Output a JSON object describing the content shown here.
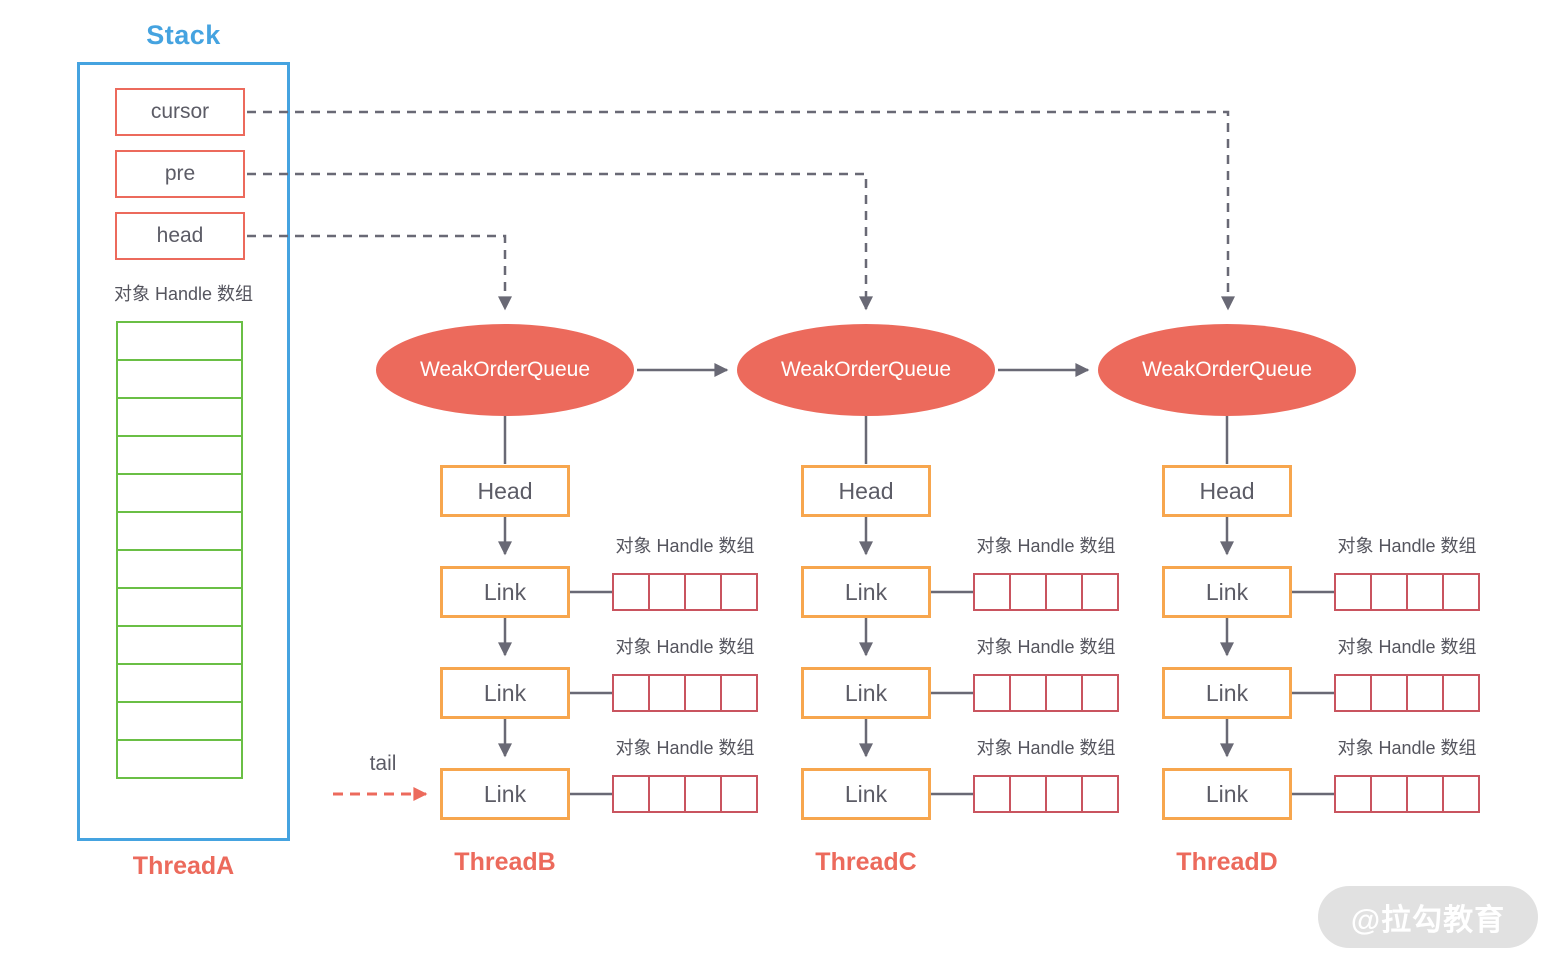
{
  "colors": {
    "blue": "#45a3e0",
    "red": "#ec6a5c",
    "orange": "#f7a64e",
    "green": "#6abf45",
    "crimson": "#c9545f",
    "line": "#696975",
    "text": "#5c5c66",
    "label": "#55555e",
    "wm-bg": "#dcdcdc",
    "wm-text": "#ffffff"
  },
  "stack": {
    "title": "Stack",
    "pointers": [
      "cursor",
      "pre",
      "head"
    ],
    "array_label": "对象 Handle 数组",
    "array_cells": 12,
    "thread_label": "ThreadA"
  },
  "tail_label": "tail",
  "columns": [
    {
      "queue_label": "WeakOrderQueue",
      "head_label": "Head",
      "thread_label": "ThreadB",
      "links": [
        {
          "label": "Link",
          "array_label": "对象 Handle 数组",
          "cells": 4
        },
        {
          "label": "Link",
          "array_label": "对象 Handle 数组",
          "cells": 4
        },
        {
          "label": "Link",
          "array_label": "对象 Handle 数组",
          "cells": 4
        }
      ]
    },
    {
      "queue_label": "WeakOrderQueue",
      "head_label": "Head",
      "thread_label": "ThreadC",
      "links": [
        {
          "label": "Link",
          "array_label": "对象 Handle 数组",
          "cells": 4
        },
        {
          "label": "Link",
          "array_label": "对象 Handle 数组",
          "cells": 4
        },
        {
          "label": "Link",
          "array_label": "对象 Handle 数组",
          "cells": 4
        }
      ]
    },
    {
      "queue_label": "WeakOrderQueue",
      "head_label": "Head",
      "thread_label": "ThreadD",
      "links": [
        {
          "label": "Link",
          "array_label": "对象 Handle 数组",
          "cells": 4
        },
        {
          "label": "Link",
          "array_label": "对象 Handle 数组",
          "cells": 4
        },
        {
          "label": "Link",
          "array_label": "对象 Handle 数组",
          "cells": 4
        }
      ]
    }
  ],
  "watermark": "@拉勾教育"
}
